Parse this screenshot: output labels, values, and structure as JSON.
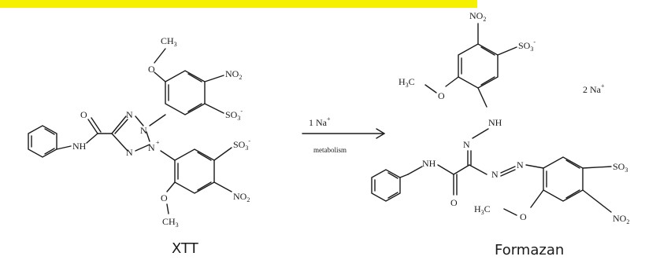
{
  "colors": {
    "highlight": "#f5f000",
    "ink": "#1a1a1a",
    "background": "#ffffff"
  },
  "labels": {
    "left_compound": "XTT",
    "right_compound": "Formazan",
    "reagent": "1 Na",
    "reagent_charge": "+",
    "process": "metabolism",
    "counter_ion": "2 Na",
    "counter_charge": "+"
  },
  "atoms": {
    "methyl": "CH",
    "methyl_sub": "3",
    "oxygen": "O",
    "nitro": "NO",
    "nitro_sub": "2",
    "sulfonate": "SO",
    "sulfonate_sub": "3",
    "sulfonate_charge": "-",
    "nitrogen": "N",
    "nitrogen_plus": "+",
    "amide_nh": "NH",
    "methoxy_prefix": "H",
    "methoxy_sub": "3",
    "methoxy_c": "C"
  }
}
